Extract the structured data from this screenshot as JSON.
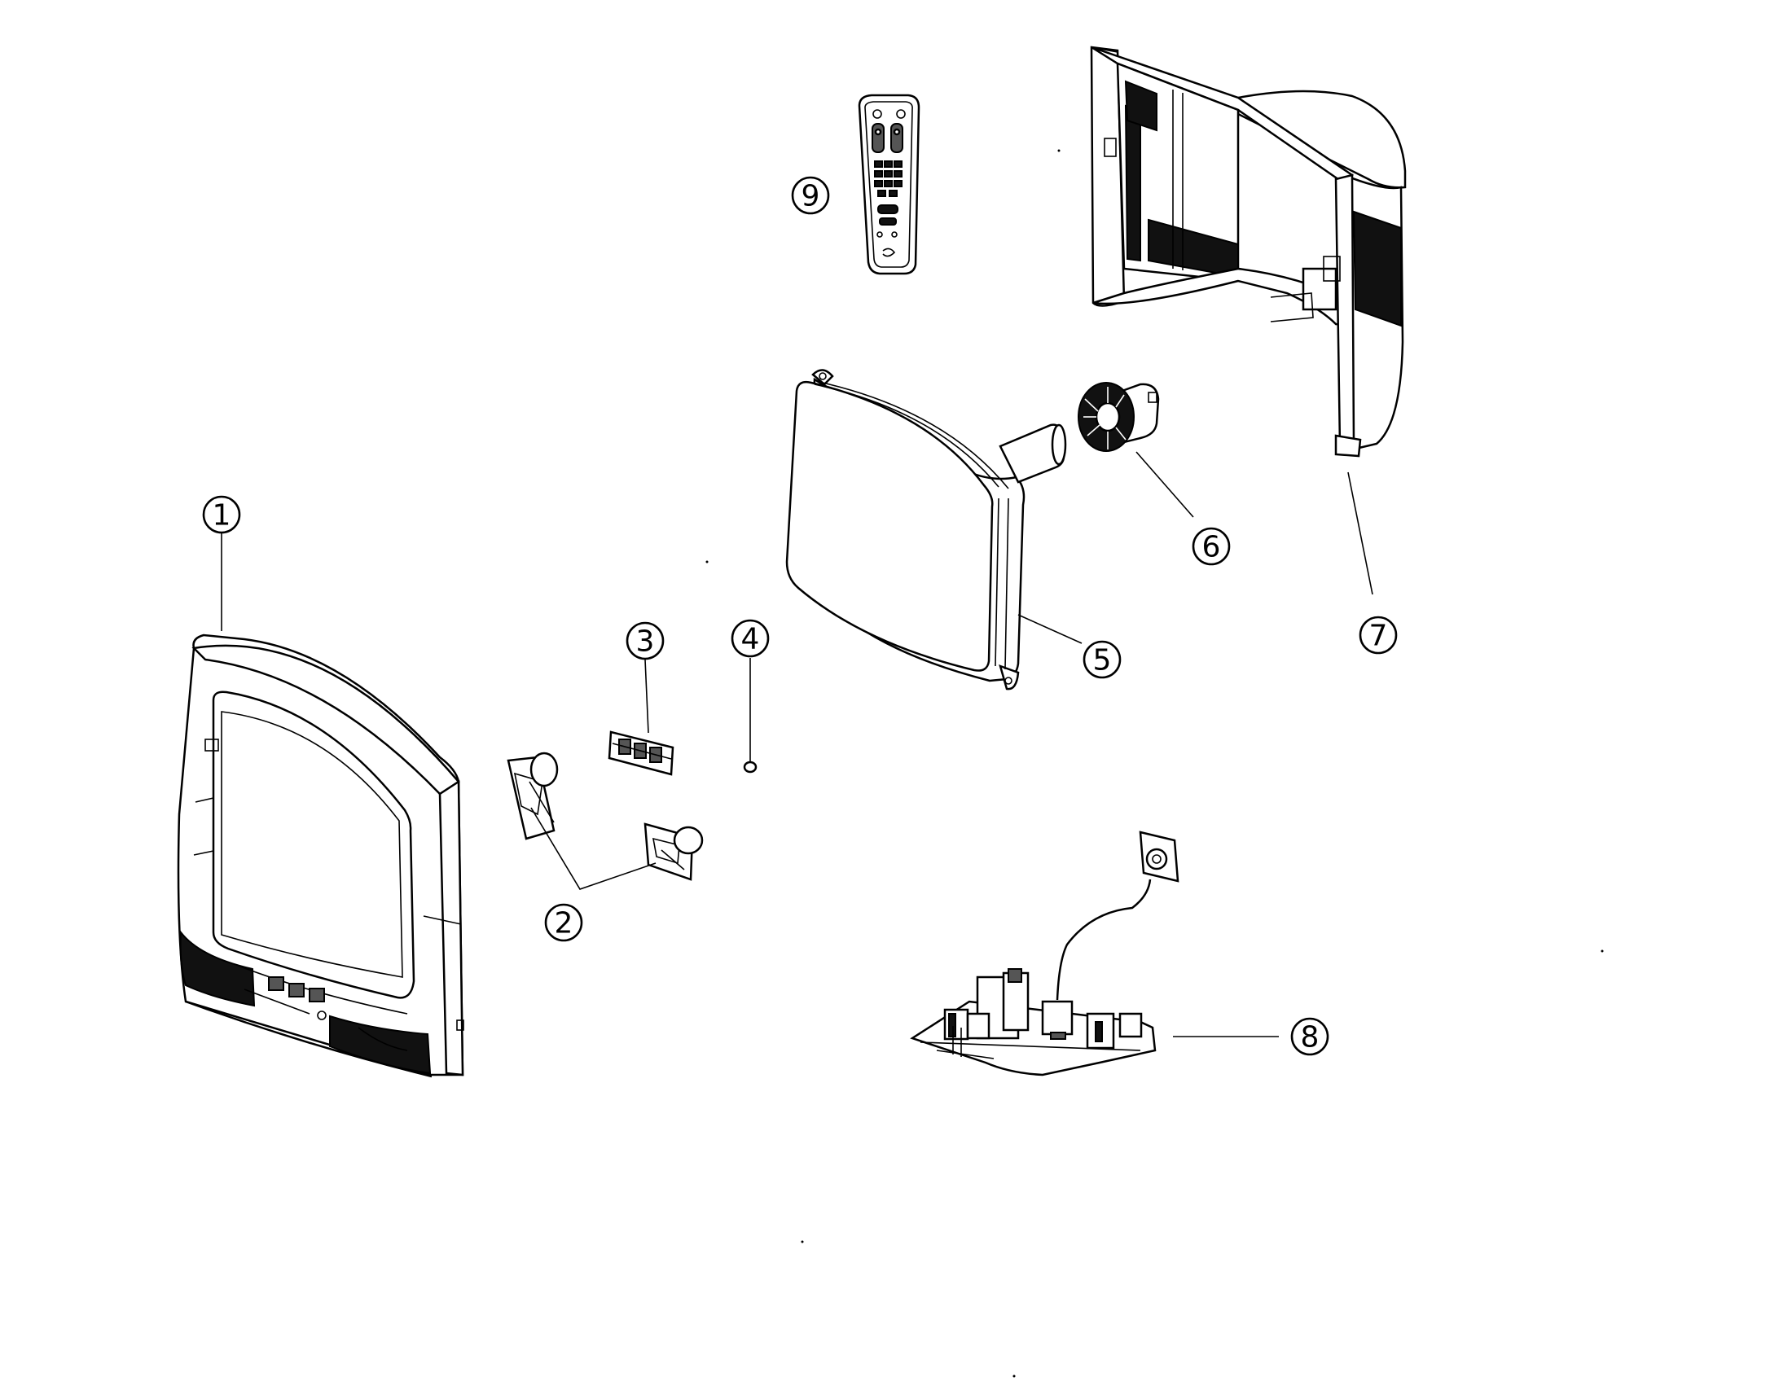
{
  "diagram": {
    "callouts": [
      {
        "id": "1",
        "label": "1",
        "part": "front-cabinet"
      },
      {
        "id": "2",
        "label": "2",
        "part": "speakers"
      },
      {
        "id": "3",
        "label": "3",
        "part": "control-button-panel"
      },
      {
        "id": "4",
        "label": "4",
        "part": "indicator-lens"
      },
      {
        "id": "5",
        "label": "5",
        "part": "picture-tube"
      },
      {
        "id": "6",
        "label": "6",
        "part": "deflection-yoke"
      },
      {
        "id": "7",
        "label": "7",
        "part": "back-cabinet"
      },
      {
        "id": "8",
        "label": "8",
        "part": "main-circuit-board"
      },
      {
        "id": "9",
        "label": "9",
        "part": "remote-control"
      }
    ]
  }
}
